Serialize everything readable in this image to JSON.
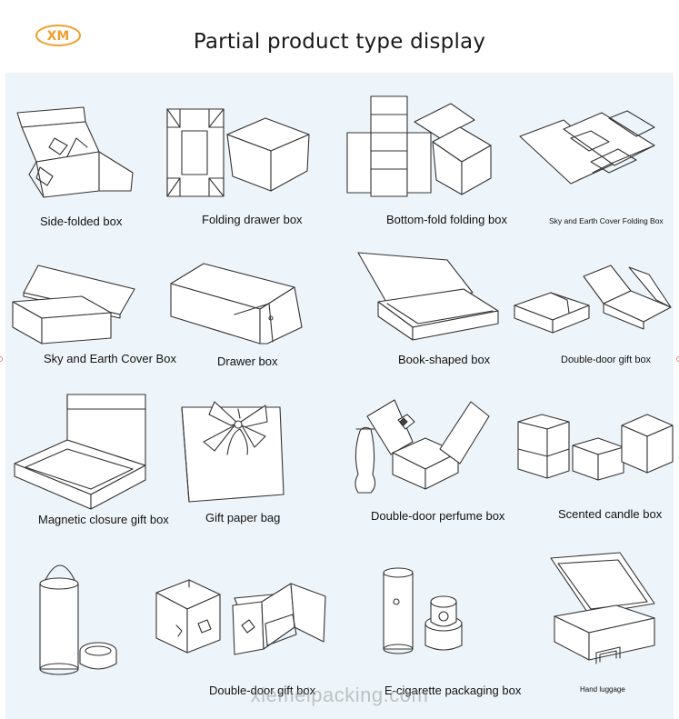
{
  "header": {
    "logo_text": "XM",
    "title": "Partial product type display"
  },
  "items": [
    {
      "label": "Side-folded box",
      "icon": "side-folded-box-icon"
    },
    {
      "label": "Folding drawer box",
      "icon": "folding-drawer-box-icon"
    },
    {
      "label": "Bottom-fold folding box",
      "icon": "bottom-fold-folding-box-icon"
    },
    {
      "label": "Sky and Earth Cover Folding Box",
      "icon": "sky-earth-folding-box-icon"
    },
    {
      "label": "Sky and Earth Cover Box",
      "icon": "sky-earth-cover-box-icon"
    },
    {
      "label": "Drawer box",
      "icon": "drawer-box-icon"
    },
    {
      "label": "Book-shaped box",
      "icon": "book-shaped-box-icon"
    },
    {
      "label": "Double-door gift box",
      "icon": "double-door-gift-box-icon"
    },
    {
      "label": "Magnetic closure gift box",
      "icon": "magnetic-closure-gift-box-icon"
    },
    {
      "label": "Gift paper bag",
      "icon": "gift-paper-bag-icon"
    },
    {
      "label": "Double-door perfume box",
      "icon": "double-door-perfume-box-icon"
    },
    {
      "label": "Scented candle box",
      "icon": "scented-candle-box-icon"
    },
    {
      "label": "",
      "icon": "cylinder-tube-box-icon"
    },
    {
      "label": "Double-door gift box",
      "icon": "double-door-gift-box-2-icon"
    },
    {
      "label": "E-cigarette packaging box",
      "icon": "e-cigarette-box-icon"
    },
    {
      "label": "Hand luggage",
      "icon": "hand-luggage-box-icon"
    }
  ],
  "watermark": "xiemeipacking.com",
  "colors": {
    "panel_bg": "#eef5fa",
    "logo_orange": "#f0a030",
    "line": "#333333"
  }
}
